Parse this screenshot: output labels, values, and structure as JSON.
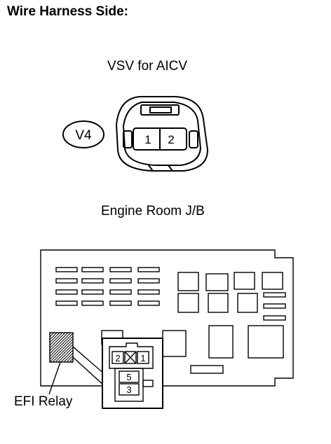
{
  "title": "Wire Harness Side:",
  "connector": {
    "name": "VSV for AICV",
    "code": "V4",
    "pins": [
      "1",
      "2"
    ]
  },
  "junction_block": {
    "name": "Engine Room J/B",
    "relay_name": "EFI Relay",
    "relay_pins": [
      "2",
      "1",
      "5",
      "3"
    ]
  }
}
